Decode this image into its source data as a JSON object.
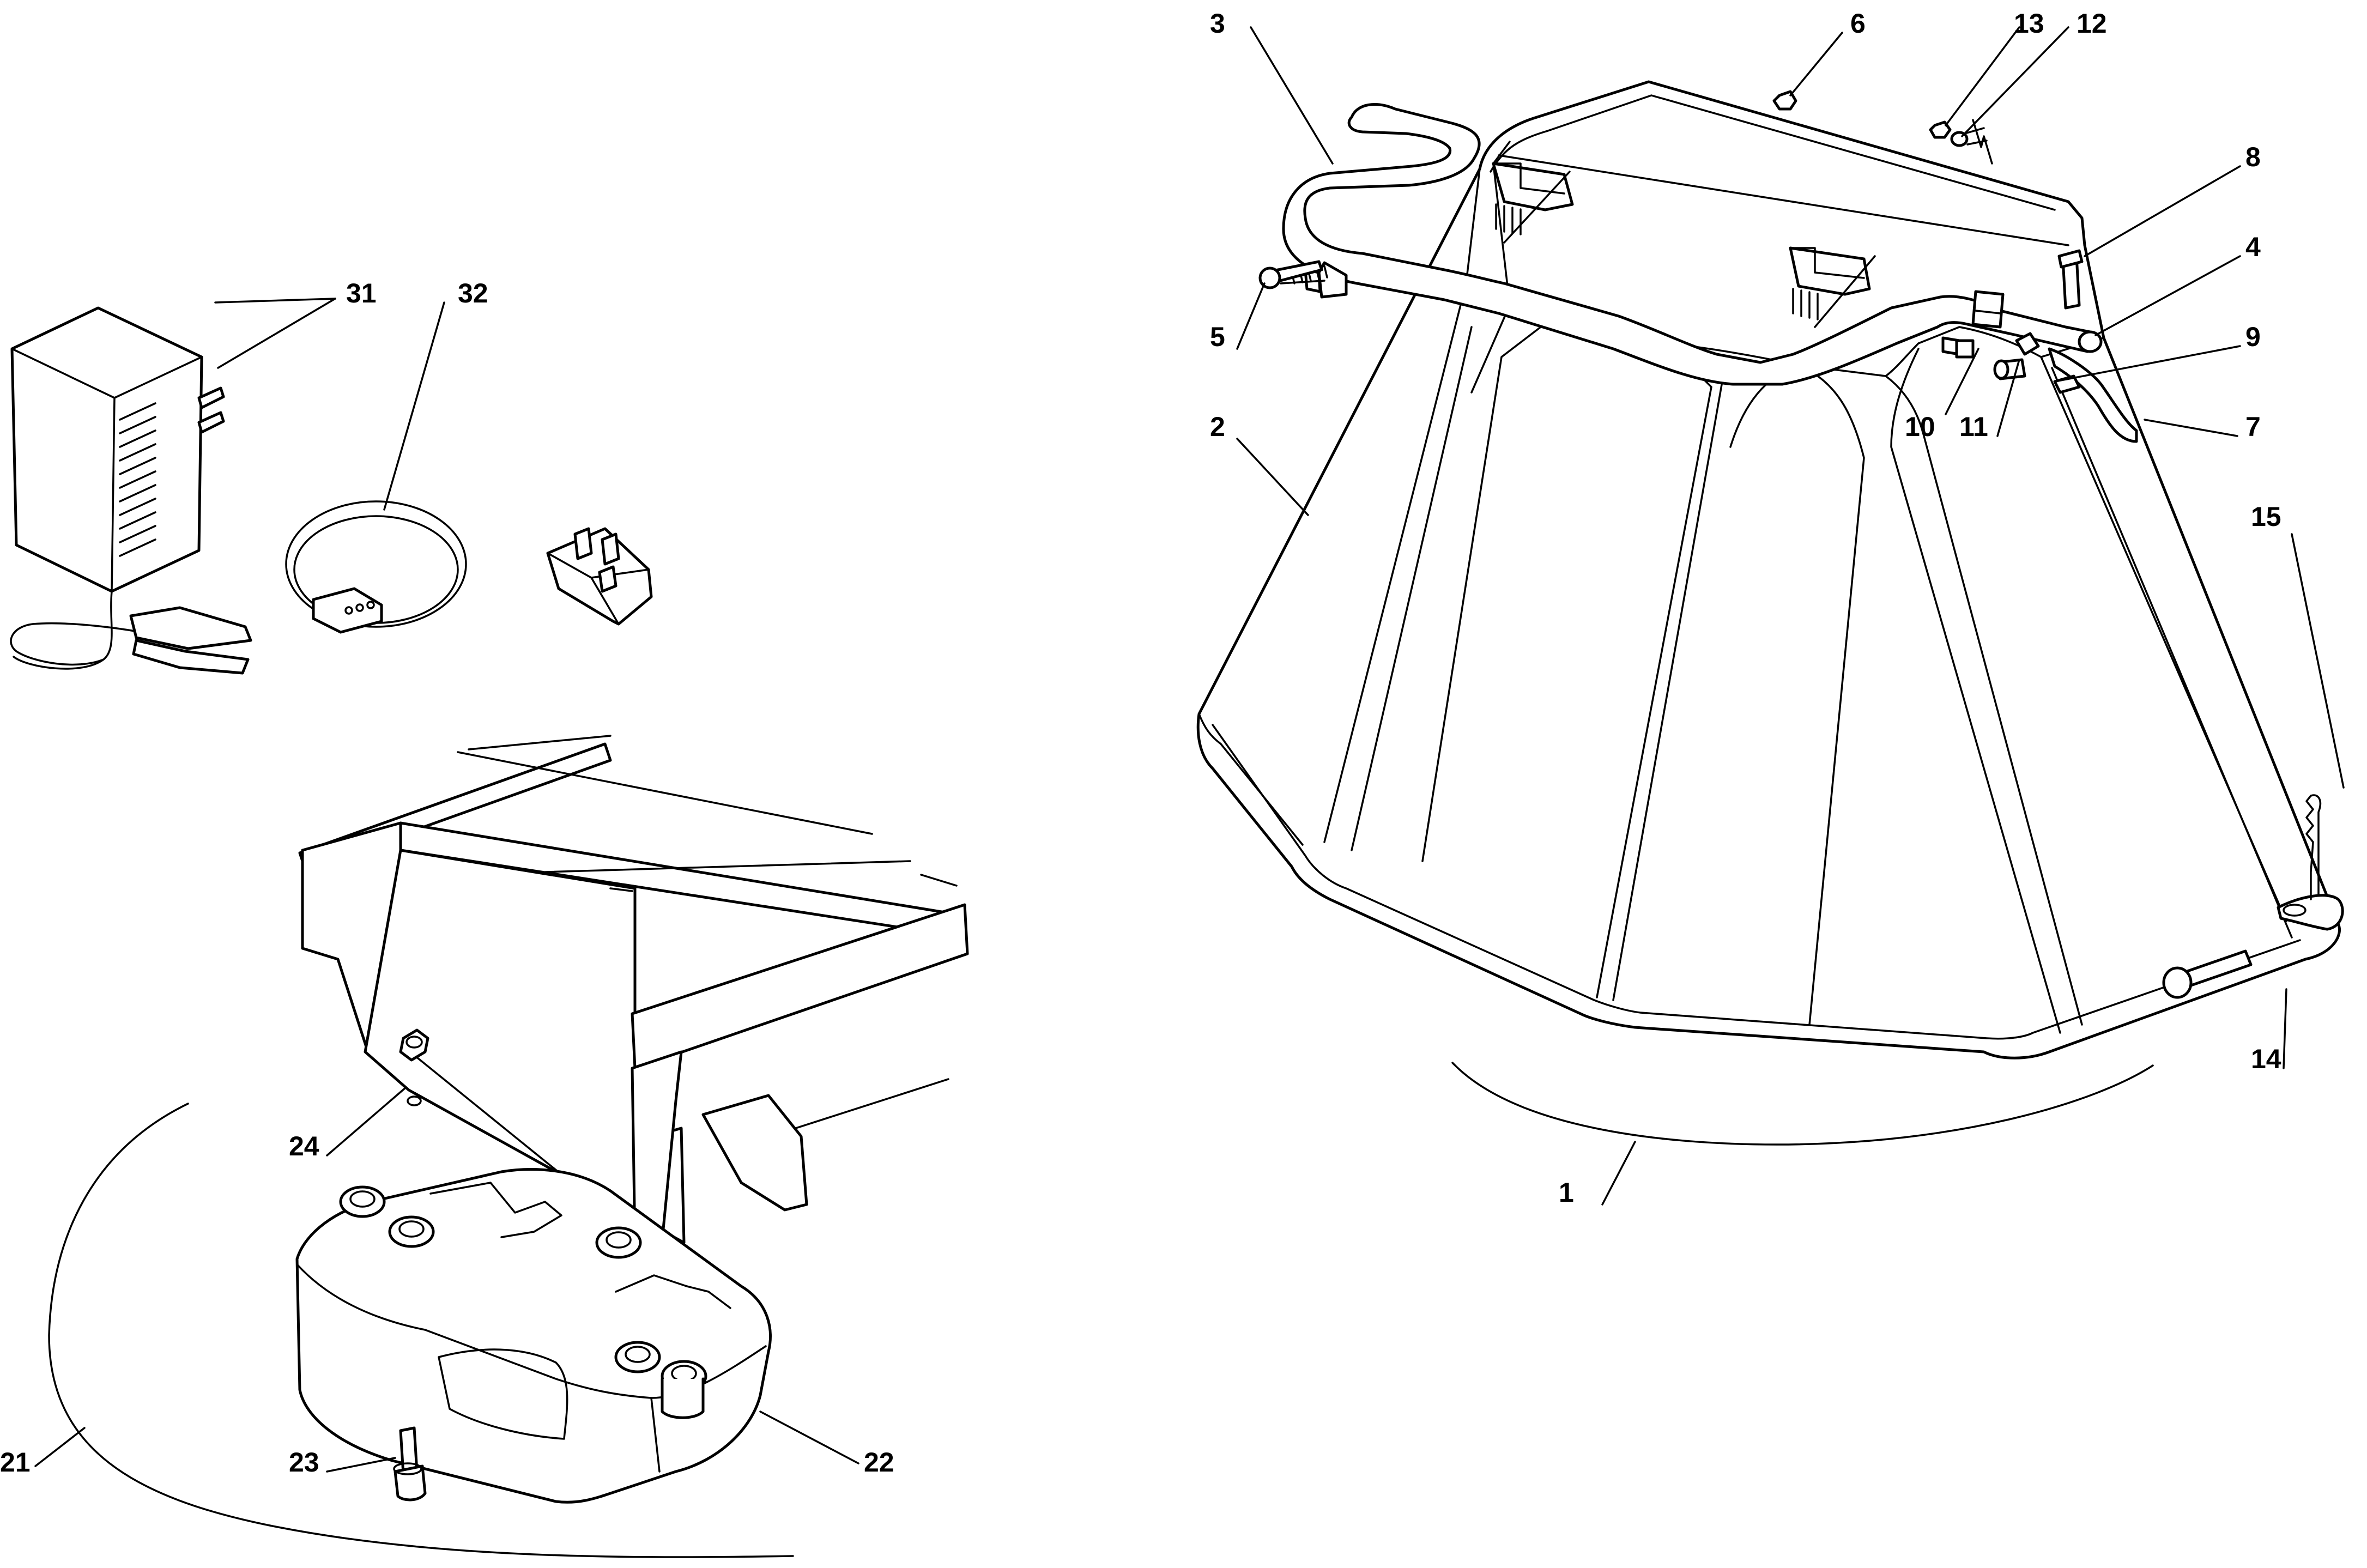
{
  "diagram": {
    "kind": "exploded parts diagram",
    "line_color": "#000000",
    "background": "#ffffff",
    "callouts": [
      {
        "id": "c1",
        "label": "1"
      },
      {
        "id": "c2",
        "label": "2"
      },
      {
        "id": "c3",
        "label": "3"
      },
      {
        "id": "c4",
        "label": "4"
      },
      {
        "id": "c5",
        "label": "5"
      },
      {
        "id": "c6",
        "label": "6"
      },
      {
        "id": "c7",
        "label": "7"
      },
      {
        "id": "c8",
        "label": "8"
      },
      {
        "id": "c9",
        "label": "9"
      },
      {
        "id": "c10",
        "label": "10"
      },
      {
        "id": "c11",
        "label": "11"
      },
      {
        "id": "c12",
        "label": "12"
      },
      {
        "id": "c13",
        "label": "13"
      },
      {
        "id": "c14",
        "label": "14"
      },
      {
        "id": "c15",
        "label": "15"
      },
      {
        "id": "c21",
        "label": "21"
      },
      {
        "id": "c22",
        "label": "22"
      },
      {
        "id": "c23",
        "label": "23"
      },
      {
        "id": "c24",
        "label": "24"
      },
      {
        "id": "c31",
        "label": "31"
      },
      {
        "id": "c32",
        "label": "32"
      }
    ]
  }
}
